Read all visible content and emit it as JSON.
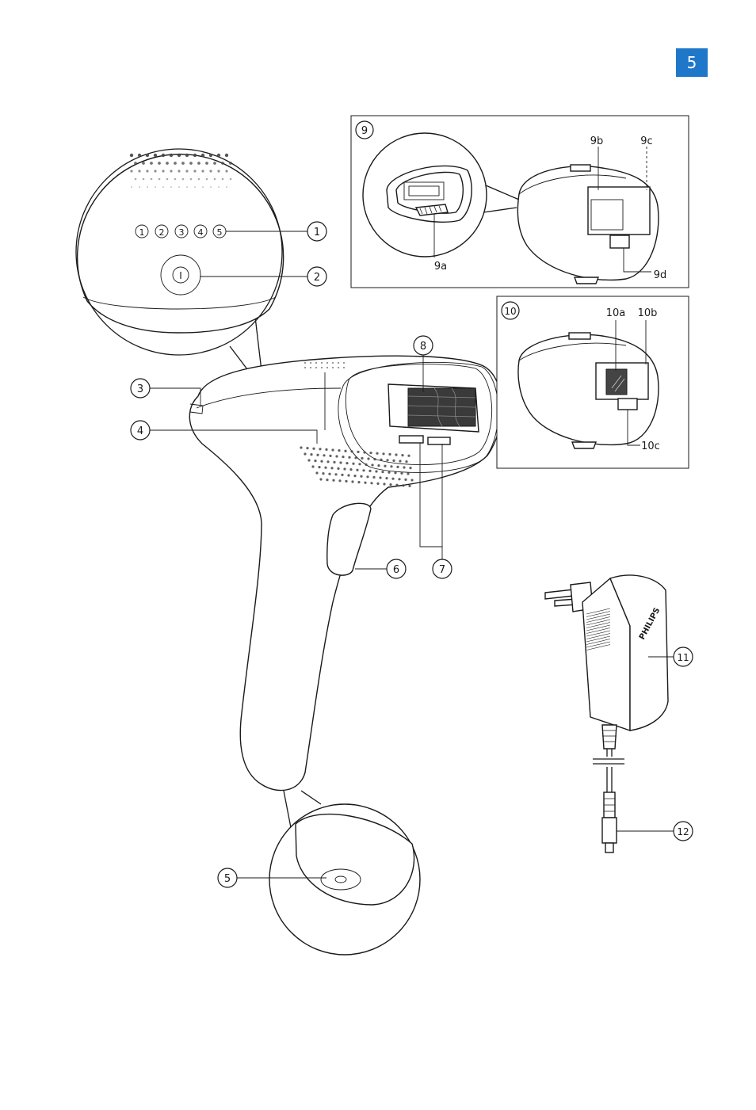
{
  "page_number": "5",
  "colors": {
    "badge": "#1f77c9",
    "line": "#1a1a1a"
  },
  "callouts": {
    "c1": "1",
    "c2": "2",
    "c3": "3",
    "c4": "4",
    "c5": "5",
    "c6": "6",
    "c7": "7",
    "c8": "8",
    "c9": "9",
    "c10": "10",
    "c11": "11",
    "c12": "12"
  },
  "labels": {
    "9a": "9a",
    "9b": "9b",
    "9c": "9c",
    "9d": "9d",
    "10a": "10a",
    "10b": "10b",
    "10c": "10c"
  },
  "intensity_levels": [
    "1",
    "2",
    "3",
    "4",
    "5"
  ],
  "power_symbol": "I",
  "brand": "PHILIPS"
}
